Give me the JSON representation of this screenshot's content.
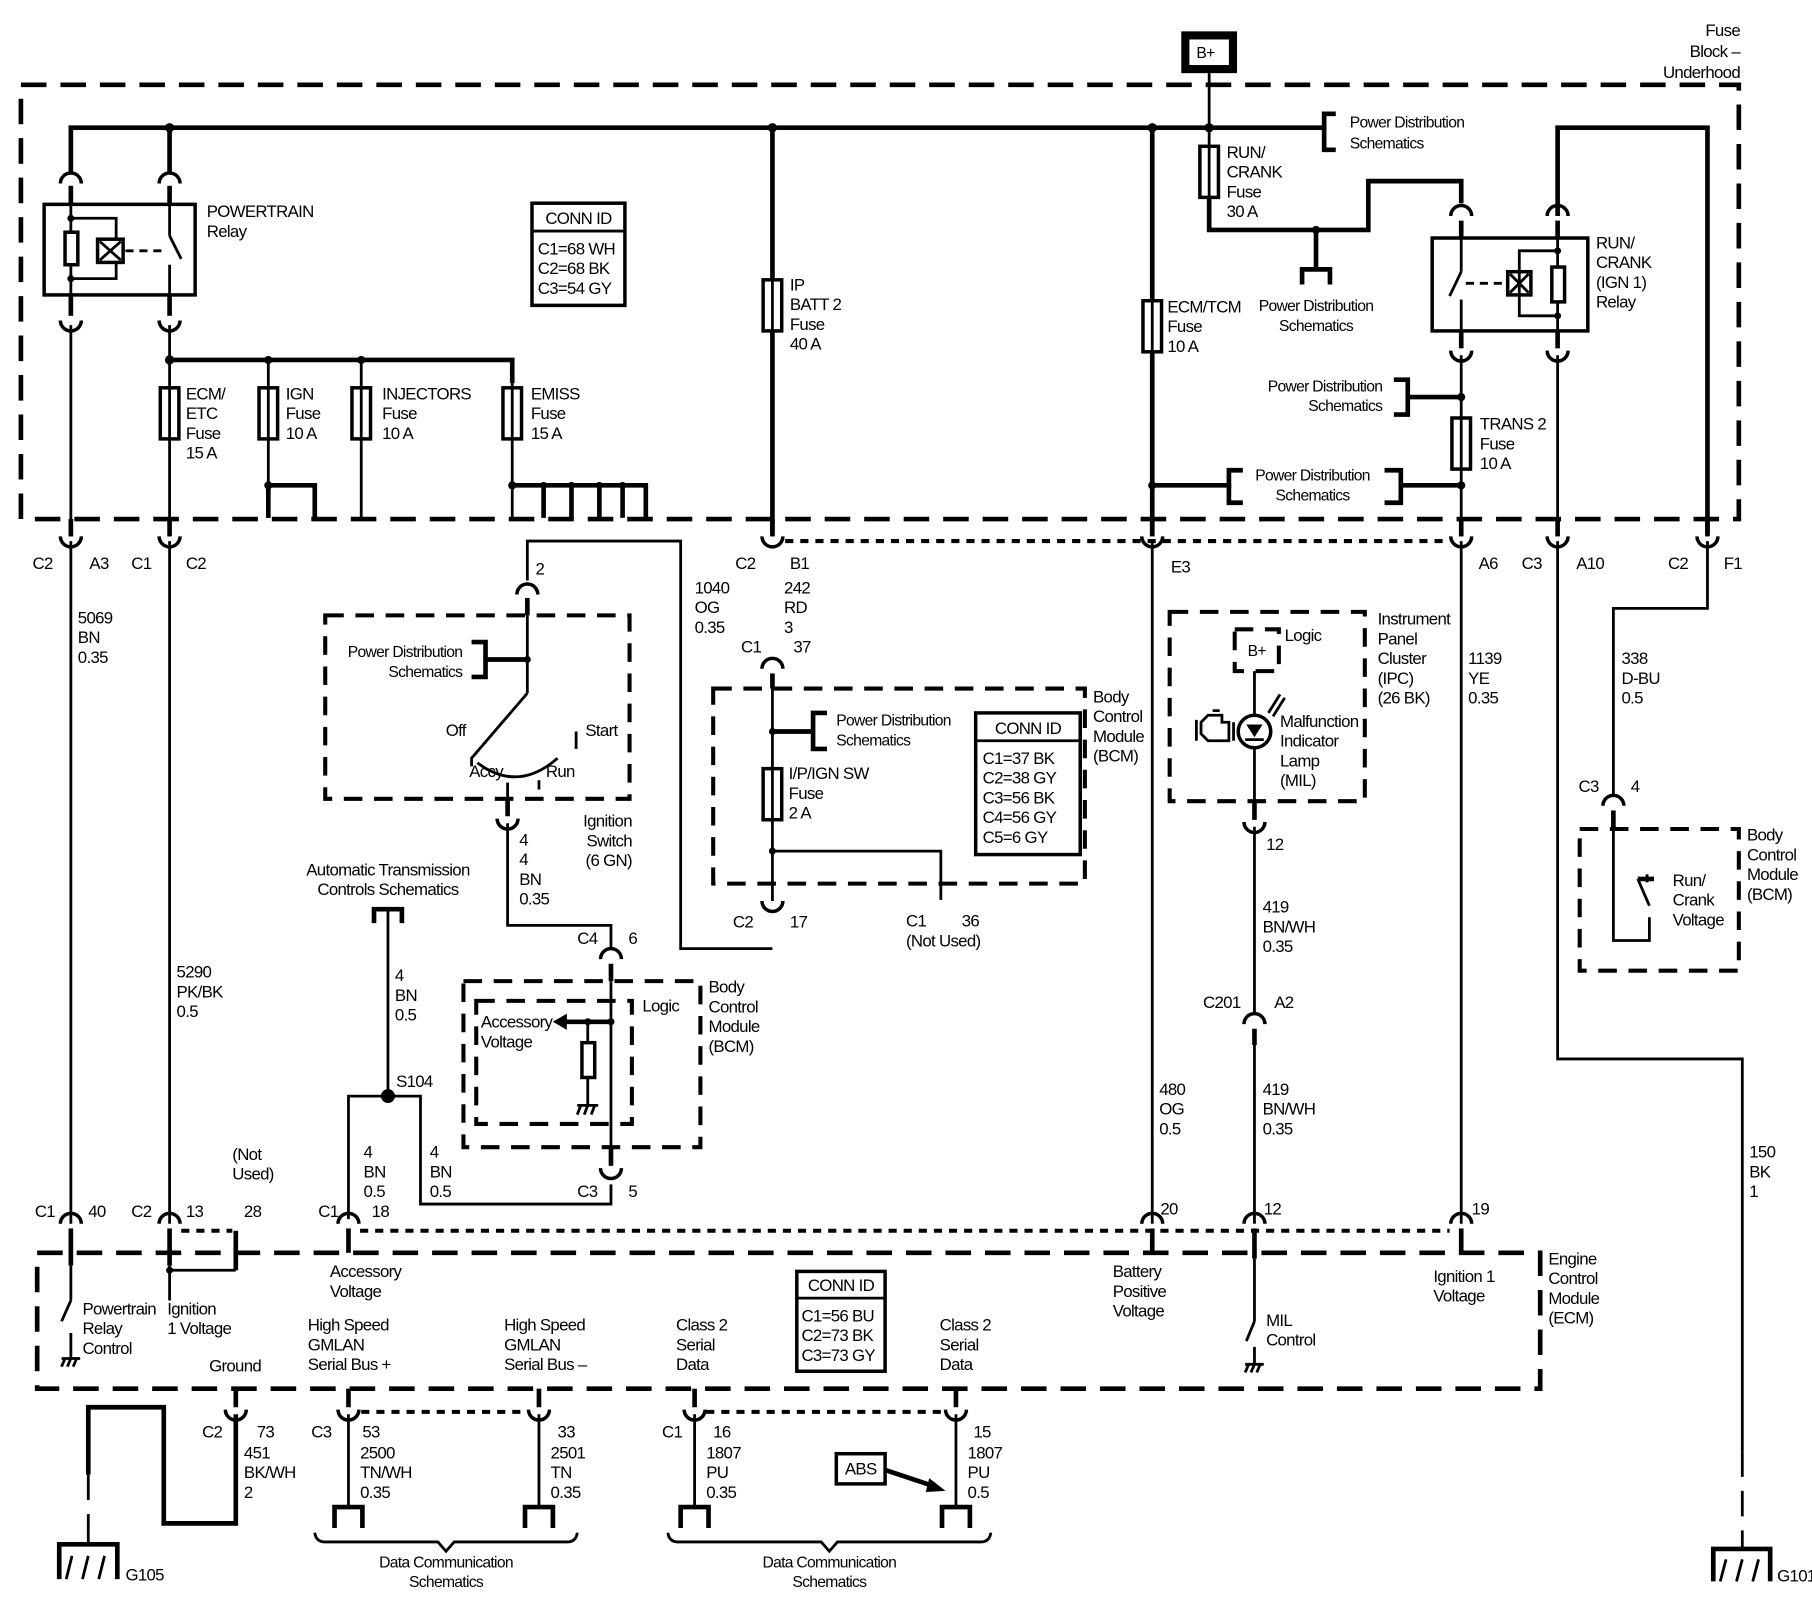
{
  "title": {
    "fuse_block": [
      "Fuse",
      "Block –",
      "Underhood"
    ],
    "battery": "B+"
  },
  "fuse_block": {
    "powertrain_relay": [
      "POWERTRAIN",
      "Relay"
    ],
    "conn_id": {
      "header": "CONN ID",
      "rows": [
        "C1=68 WH",
        "C2=68 BK",
        "C3=54 GY"
      ]
    },
    "fuses": {
      "ecm_etc": [
        "ECM/",
        "ETC",
        "Fuse",
        "15 A"
      ],
      "ign": [
        "IGN",
        "Fuse",
        "10 A"
      ],
      "injectors": [
        "INJECTORS",
        "Fuse",
        "10 A"
      ],
      "emiss": [
        "EMISS",
        "Fuse",
        "15 A"
      ],
      "ip_batt2": [
        "IP",
        "BATT 2",
        "Fuse",
        "40 A"
      ],
      "ecm_tcm": [
        "ECM/TCM",
        "Fuse",
        "10 A"
      ],
      "run_crank": [
        "RUN/",
        "CRANK",
        "Fuse",
        "30 A"
      ],
      "trans2": [
        "TRANS 2",
        "Fuse",
        "10 A"
      ]
    },
    "run_crank_relay": [
      "RUN/",
      "CRANK",
      "(IGN 1)",
      "Relay"
    ],
    "power_dist": [
      "Power Distribution",
      "Schematics"
    ]
  },
  "connectors_top": {
    "c2_a3": [
      "C2",
      "A3"
    ],
    "c1_c2": [
      "C1",
      "C2"
    ],
    "c2_b1": [
      "C2",
      "B1"
    ],
    "e3": "E3",
    "a6": "A6",
    "c3_a10": [
      "C3",
      "A10"
    ],
    "c2_f1": [
      "C2",
      "F1"
    ]
  },
  "wires": {
    "w5069": [
      "5069",
      "BN",
      "0.35"
    ],
    "w5290": [
      "5290",
      "PK/BK",
      "0.5"
    ],
    "w1040": [
      "1040",
      "OG",
      "0.35"
    ],
    "w242": [
      "242",
      "RD",
      "3"
    ],
    "w4_ign": [
      "4",
      "4",
      "BN",
      "0.35"
    ],
    "w4_atc": [
      "4",
      "BN",
      "0.5"
    ],
    "w4_left": [
      "4",
      "BN",
      "0.5"
    ],
    "w4_right": [
      "4",
      "BN",
      "0.5"
    ],
    "w1139": [
      "1139",
      "YE",
      "0.35"
    ],
    "w338": [
      "338",
      "D-BU",
      "0.5"
    ],
    "w419_top": [
      "419",
      "BN/WH",
      "0.35"
    ],
    "w419_bot": [
      "419",
      "BN/WH",
      "0.35"
    ],
    "w480": [
      "480",
      "OG",
      "0.5"
    ],
    "w150": [
      "150",
      "BK",
      "1"
    ],
    "w451": [
      "451",
      "BK/WH",
      "2"
    ],
    "w2500": [
      "2500",
      "TN/WH",
      "0.35"
    ],
    "w2501": [
      "2501",
      "TN",
      "0.35"
    ],
    "w1807a": [
      "1807",
      "PU",
      "0.35"
    ],
    "w1807b": [
      "1807",
      "PU",
      "0.5"
    ]
  },
  "ignition_switch": {
    "label": [
      "Ignition",
      "Switch",
      "(6 GN)"
    ],
    "pin_top": "2",
    "positions": {
      "off": "Off",
      "start": "Start",
      "accy": "Accy",
      "run": "Run"
    }
  },
  "bcm_upper": {
    "label": [
      "Body",
      "Control",
      "Module",
      "(BCM)"
    ],
    "fuse": [
      "I/P/IGN SW",
      "Fuse",
      "2 A"
    ],
    "conn_id": {
      "header": "CONN ID",
      "rows": [
        "C1=37 BK",
        "C2=38 GY",
        "C3=56 BK",
        "C4=56 GY",
        "C5=6 GY"
      ]
    },
    "pins": {
      "c1_37": [
        "C1",
        "37"
      ],
      "c2_17": [
        "C2",
        "17"
      ],
      "c1_36": [
        "C1",
        "36",
        "(Not Used)"
      ]
    }
  },
  "bcm_lower": {
    "label": [
      "Body",
      "Control",
      "Module",
      "(BCM)"
    ],
    "logic": "Logic",
    "accessory_voltage": [
      "Accessory",
      "Voltage"
    ],
    "pins": {
      "c4_6": [
        "C4",
        "6"
      ],
      "c3_5": [
        "C3",
        "5"
      ]
    }
  },
  "bcm_right": {
    "label": [
      "Body",
      "Control",
      "Module",
      "(BCM)"
    ],
    "signal": [
      "Run/",
      "Crank",
      "Voltage"
    ],
    "pins": [
      "C3",
      "4"
    ]
  },
  "ipc": {
    "label": [
      "Instrument",
      "Panel",
      "Cluster",
      "(IPC)",
      "(26 BK)"
    ],
    "logic": "Logic",
    "bplus": "B+",
    "lamp": [
      "Malfunction",
      "Indicator",
      "Lamp",
      "(MIL)"
    ],
    "pin": "12"
  },
  "c201": {
    "name": "C201",
    "pin": "A2"
  },
  "splice": "S104",
  "atc": [
    "Automatic Transmission",
    "Controls Schematics"
  ],
  "ecm": {
    "label": [
      "Engine",
      "Control",
      "Module",
      "(ECM)"
    ],
    "conn_id": {
      "header": "CONN ID",
      "rows": [
        "C1=56 BU",
        "C2=73 BK",
        "C3=73 GY"
      ]
    },
    "pins_top": {
      "c1_40": [
        "C1",
        "40"
      ],
      "c2_13": [
        "C2",
        "13"
      ],
      "p28": "28",
      "not_used": [
        "(Not",
        "Used)"
      ],
      "c1_18": [
        "C1",
        "18"
      ],
      "p20": "20",
      "p12": "12",
      "p19": "19"
    },
    "signals": {
      "powertrain_relay_control": [
        "Powertrain",
        "Relay",
        "Control"
      ],
      "ignition1_voltage_left": [
        "Ignition",
        "1 Voltage"
      ],
      "accessory_voltage": [
        "Accessory",
        "Voltage"
      ],
      "battery_positive_voltage": [
        "Battery",
        "Positive",
        "Voltage"
      ],
      "mil_control": [
        "MIL",
        "Control"
      ],
      "ignition1_voltage_right": [
        "Ignition 1",
        "Voltage"
      ],
      "ground": "Ground",
      "gmlan_plus": [
        "High Speed",
        "GMLAN",
        "Serial Bus +"
      ],
      "gmlan_minus": [
        "High Speed",
        "GMLAN",
        "Serial Bus –"
      ],
      "class2_a": [
        "Class 2",
        "Serial",
        "Data"
      ],
      "class2_b": [
        "Class 2",
        "Serial",
        "Data"
      ]
    },
    "pins_bottom": {
      "c2_73": [
        "C2",
        "73"
      ],
      "c3_53": [
        "C3",
        "53"
      ],
      "p33": "33",
      "c1_16": [
        "C1",
        "16"
      ],
      "p15": "15"
    }
  },
  "abs": "ABS",
  "data_comm": [
    "Data Communication",
    "Schematics"
  ],
  "grounds": {
    "g105": "G105",
    "g101": "G101"
  }
}
